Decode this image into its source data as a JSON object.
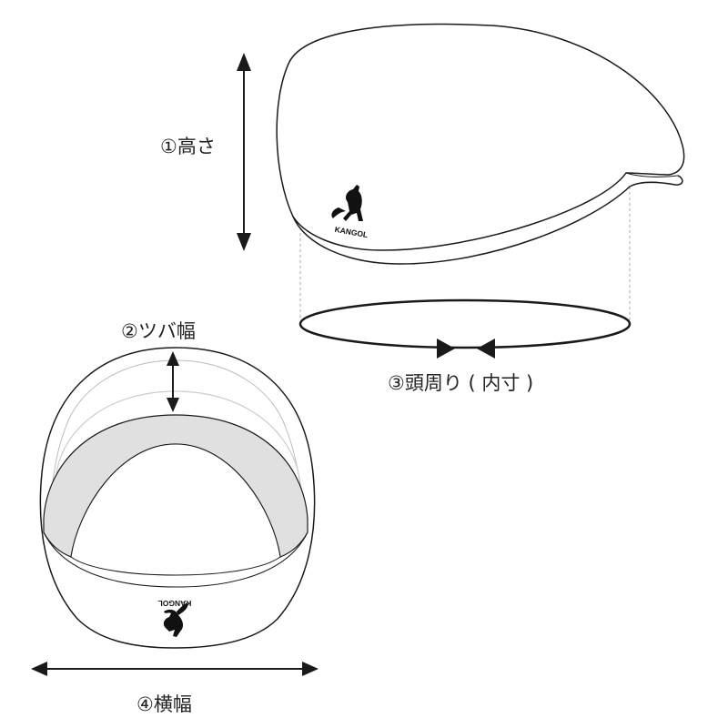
{
  "labels": {
    "height": "①高さ",
    "brim_width": "②ツバ幅",
    "head_circumference": "③頭周り ( 内寸 )",
    "width": "④横幅"
  },
  "brand": {
    "logo_text": "KANGOL"
  },
  "colors": {
    "outline": "#1a1a1a",
    "inner_band": "#e0e0e0",
    "guide": "#aaaaaa"
  }
}
